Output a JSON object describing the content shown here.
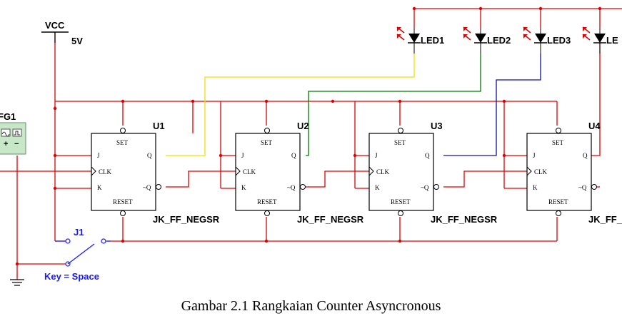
{
  "vcc": {
    "name": "VCC",
    "value": "5V"
  },
  "function_generator": {
    "label": "FG1"
  },
  "leds": [
    "LED1",
    "LED2",
    "LED3",
    "LE"
  ],
  "flipflops": [
    {
      "ref": "U1",
      "model": "JK_FF_NEGSR"
    },
    {
      "ref": "U2",
      "model": "JK_FF_NEGSR"
    },
    {
      "ref": "U3",
      "model": "JK_FF_NEGSR"
    },
    {
      "ref": "U4",
      "model": "JK_FF_"
    }
  ],
  "pins": {
    "set": "SET",
    "reset": "RESET",
    "j": "J",
    "k": "K",
    "clk": "CLK",
    "q": "Q",
    "qbar": "~Q"
  },
  "switch": {
    "ref": "J1",
    "key": "Key = Space"
  },
  "caption": "Gambar 2.1 Rangkaian Counter Asyncronous",
  "colors": {
    "wire": "#e00000",
    "led": "#e00000",
    "q1_wire": "#f0e000",
    "q2_wire": "#007a00",
    "q3_wire": "#1010a0",
    "label_blue": "#1a1aff"
  }
}
